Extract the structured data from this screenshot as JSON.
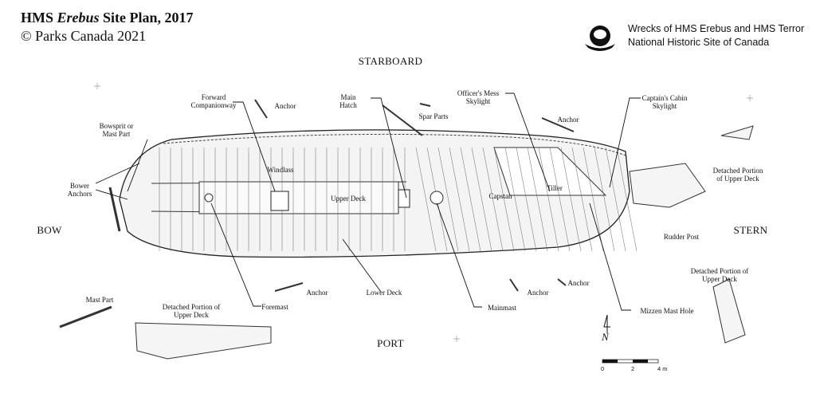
{
  "header": {
    "title_prefix": "HMS ",
    "title_italic": "Erebus",
    "title_suffix": " Site Plan, 2017",
    "copyright": "© Parks Canada 2021"
  },
  "site": {
    "line1": "Wrecks of HMS Erebus and HMS Terror",
    "line2": "National Historic Site of Canada",
    "logo_icon": "parks-canada-beaver-icon"
  },
  "orientation": {
    "starboard": "STARBOARD",
    "port": "PORT",
    "bow": "BOW",
    "stern": "STERN"
  },
  "labels": {
    "forward_companionway": [
      "Forward",
      "Companionway"
    ],
    "anchor_1": "Anchor",
    "main_hatch": [
      "Main",
      "Hatch"
    ],
    "spar_parts": "Spar Parts",
    "officers_mess": [
      "Officer's Mess",
      "Skylight"
    ],
    "anchor_2": "Anchor",
    "captains_cabin": [
      "Captain's Cabin",
      "Skylight"
    ],
    "bowsprit": [
      "Bowsprit or",
      "Mast Part"
    ],
    "windlass": "Windlass",
    "upper_deck": "Upper Deck",
    "capstan": "Capstan",
    "tiller": "Tiller",
    "detached_1": [
      "Detached Portion",
      "of Upper Deck"
    ],
    "bower_anchors": [
      "Bower",
      "Anchors"
    ],
    "rudder_post": "Rudder Post",
    "anchor_3": "Anchor",
    "lower_deck": "Lower Deck",
    "foremast": "Foremast",
    "mainmast": "Mainmast",
    "anchor_4": "Anchor",
    "anchor_5": "Anchor",
    "mizzen": "Mizzen Mast Hole",
    "detached_2": [
      "Detached Portion of",
      "Upper Deck"
    ],
    "mast_part": "Mast Part",
    "detached_3": [
      "Detached Portion of",
      "Upper Deck"
    ]
  },
  "scale": {
    "ticks": [
      "0",
      "2",
      "4 m"
    ],
    "north": "N"
  }
}
